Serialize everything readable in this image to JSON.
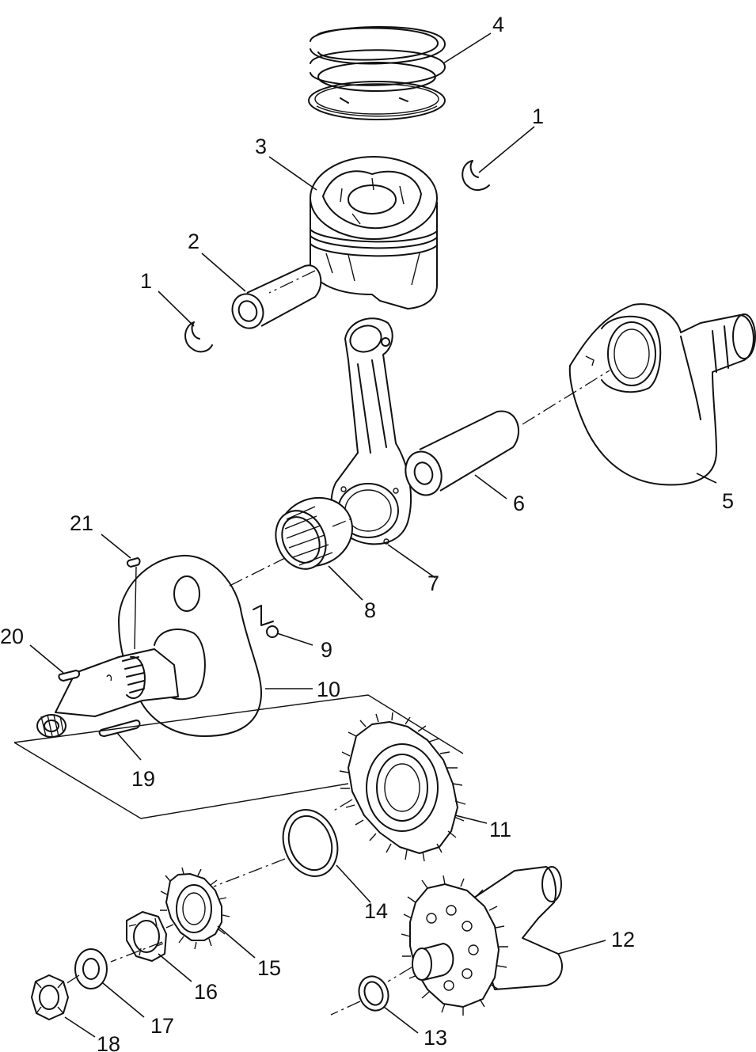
{
  "diagram": {
    "callouts": [
      {
        "id": "1a",
        "text": "1"
      },
      {
        "id": "1b",
        "text": "1"
      },
      {
        "id": "2",
        "text": "2"
      },
      {
        "id": "3",
        "text": "3"
      },
      {
        "id": "4",
        "text": "4"
      },
      {
        "id": "5",
        "text": "5"
      },
      {
        "id": "6",
        "text": "6"
      },
      {
        "id": "7",
        "text": "7"
      },
      {
        "id": "8",
        "text": "8"
      },
      {
        "id": "9",
        "text": "9"
      },
      {
        "id": "10",
        "text": "10"
      },
      {
        "id": "11",
        "text": "11"
      },
      {
        "id": "12",
        "text": "12"
      },
      {
        "id": "13",
        "text": "13"
      },
      {
        "id": "14",
        "text": "14"
      },
      {
        "id": "15",
        "text": "15"
      },
      {
        "id": "16",
        "text": "16"
      },
      {
        "id": "17",
        "text": "17"
      },
      {
        "id": "18",
        "text": "18"
      },
      {
        "id": "19",
        "text": "19"
      },
      {
        "id": "20",
        "text": "20"
      },
      {
        "id": "21",
        "text": "21"
      }
    ]
  }
}
